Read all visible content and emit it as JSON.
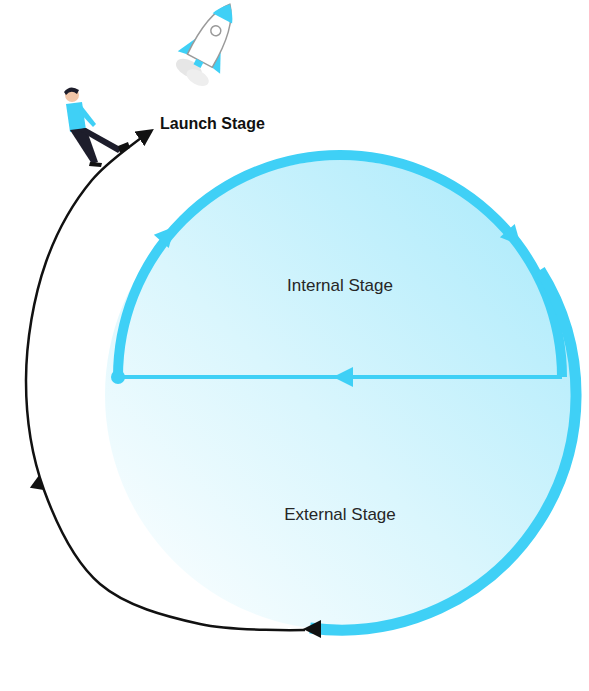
{
  "diagram": {
    "nodes": [
      {
        "text": [
          "Internal Stage"
        ]
      },
      {
        "text": [
          "External Stage"
        ]
      },
      {
        "text": [
          "Launch Stage"
        ]
      }
    ],
    "edges": [
      {
        "from": 1,
        "to": 2,
        "arrow": "to"
      }
    ]
  }
}
